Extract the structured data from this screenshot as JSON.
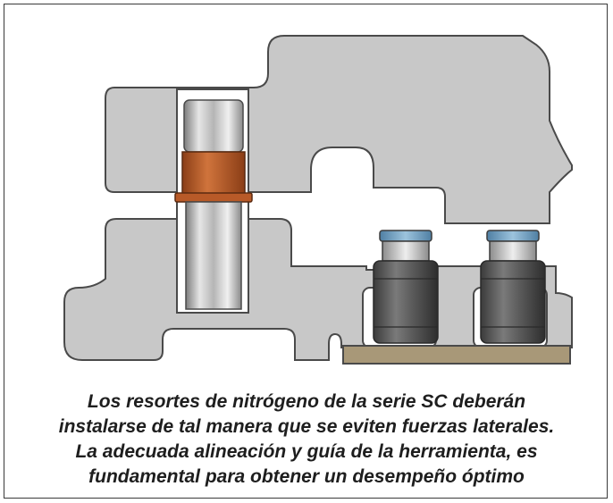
{
  "figure": {
    "caption_lines": [
      "Los resortes de nitrógeno de la serie SC deberán",
      "instalarse de tal manera que se eviten fuerzas laterales.",
      "La adecuada alineación y guía de la herramienta, es",
      "fundamental para obtener un desempeño óptimo"
    ]
  },
  "colors": {
    "die_block": "#c8c8c8",
    "outline": "#4a4a4a",
    "bronze_bushing": "#c0622e",
    "guide_pin": "#cfcfcf",
    "spring_body": "#5a5a5a",
    "spring_rod_cap": "#6fa0c4",
    "base_plate": "#a89878"
  },
  "icons": {
    "guide_pin": "guide-pin-icon",
    "gas_spring": "nitrogen-spring-icon"
  }
}
